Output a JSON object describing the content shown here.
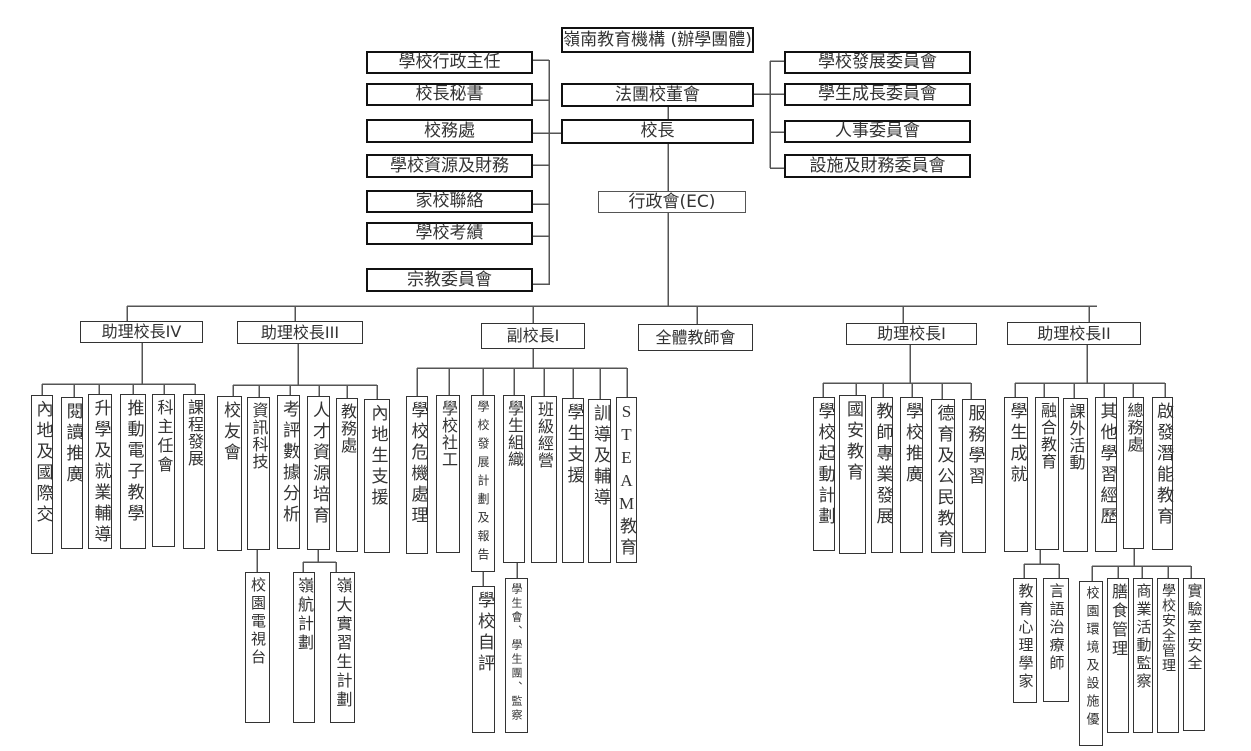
{
  "governance": {
    "sponsor": "嶺南教育機構 (辦學團體)",
    "board": "法團校董會",
    "principal": "校長",
    "executive_council": "行政會(EC)"
  },
  "principal_support": [
    "學校行政主任",
    "校長秘書",
    "校務處",
    "學校資源及財務",
    "家校聯絡",
    "學校考績",
    "宗教委員會"
  ],
  "board_committees": [
    "學校發展委員會",
    "學生成長委員會",
    "人事委員會",
    "設施及財務委員會"
  ],
  "divisions": [
    {
      "head": "助理校長IV",
      "units": [
        {
          "name": "內地及國際交"
        },
        {
          "name": "閱讀推廣"
        },
        {
          "name": "升學及就業輔導"
        },
        {
          "name": "推動電子教學"
        },
        {
          "name": "科主任會"
        },
        {
          "name": "課程發展"
        }
      ]
    },
    {
      "head": "助理校長III",
      "units": [
        {
          "name": "校友會"
        },
        {
          "name": "資訊科技",
          "subunits": [
            "校園電視台"
          ]
        },
        {
          "name": "考評數據分析"
        },
        {
          "name": "人才資源培育",
          "subunits": [
            "嶺航計劃",
            "嶺大實習生計劃"
          ]
        },
        {
          "name": "教務處"
        },
        {
          "name": "內地生支援"
        }
      ]
    },
    {
      "head": "副校長I",
      "units": [
        {
          "name": "學校危機處理"
        },
        {
          "name": "學校社工"
        },
        {
          "name": "學校發展計劃及報告",
          "subunits": [
            "學校自評"
          ]
        },
        {
          "name": "學生組織",
          "subunits": [
            "學生會、學生團、監察"
          ]
        },
        {
          "name": "班級經營"
        },
        {
          "name": "學生支援"
        },
        {
          "name": "訓導及輔導"
        },
        {
          "name": "STEAM教育"
        }
      ]
    },
    {
      "head": "全體教師會",
      "units": []
    },
    {
      "head": "助理校長I",
      "units": [
        {
          "name": "學校起動計劃"
        },
        {
          "name": "國安教育"
        },
        {
          "name": "教師專業發展"
        },
        {
          "name": "學校推廣"
        },
        {
          "name": "德育及公民教育"
        },
        {
          "name": "服務學習"
        }
      ]
    },
    {
      "head": "助理校長II",
      "units": [
        {
          "name": "學生成就"
        },
        {
          "name": "融合教育",
          "subunits": [
            "教育心理學家",
            "言語治療師"
          ]
        },
        {
          "name": "課外活動"
        },
        {
          "name": "其他學習經歷"
        },
        {
          "name": "總務處",
          "subunits": [
            "校園環境及設施優",
            "膳食管理",
            "商業活動監察",
            "學校安全管理",
            "實驗室安全"
          ]
        },
        {
          "name": "啟發潛能教育"
        }
      ]
    }
  ]
}
